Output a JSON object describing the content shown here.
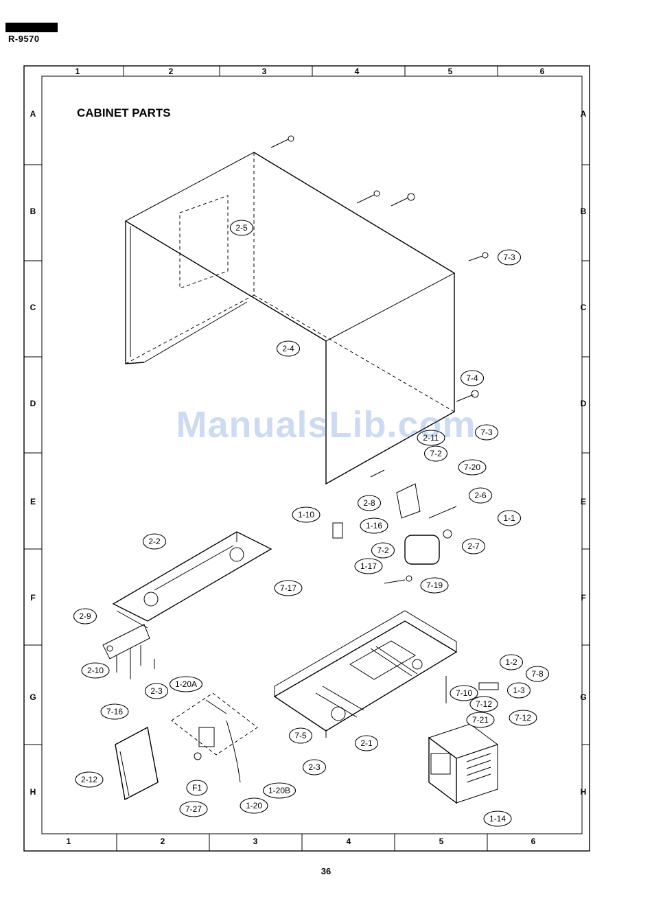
{
  "header": {
    "model": "R-9570"
  },
  "title": "CABINET PARTS",
  "page_number": "36",
  "watermark": "ManualsLib.com",
  "grid": {
    "columns": [
      "1",
      "2",
      "3",
      "4",
      "5",
      "6"
    ],
    "rows": [
      "A",
      "B",
      "C",
      "D",
      "E",
      "F",
      "G",
      "H"
    ]
  },
  "callouts": [
    "2-5",
    "2-4",
    "7-3",
    "7-4",
    "7-3",
    "2-11",
    "7-2",
    "7-20",
    "2-8",
    "2-6",
    "1-1",
    "1-10",
    "1-16",
    "2-7",
    "7-2",
    "1-17",
    "7-19",
    "2-2",
    "7-17",
    "2-9",
    "2-10",
    "2-3",
    "7-16",
    "1-20A",
    "2-12",
    "F1",
    "7-27",
    "1-20",
    "1-20B",
    "7-5",
    "2-1",
    "2-3",
    "1-2",
    "7-8",
    "1-3",
    "7-10",
    "7-12",
    "7-21",
    "7-12",
    "1-14"
  ]
}
